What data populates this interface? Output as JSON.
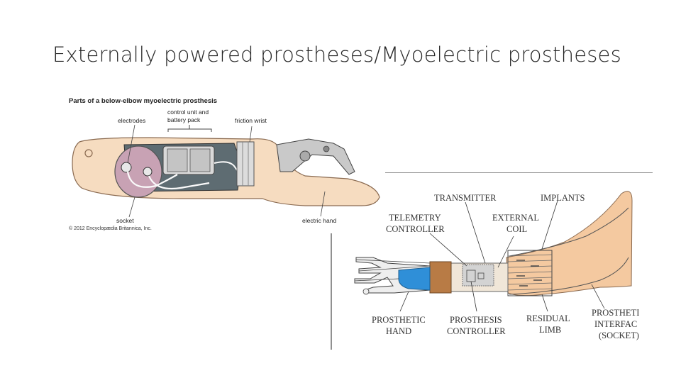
{
  "slide": {
    "title": "Externally powered prostheses/Myoelectric prostheses"
  },
  "figure1": {
    "heading": "Parts of a below-elbow myoelectric prosthesis",
    "labels": {
      "electrodes": "electrodes",
      "control_unit_1": "control unit and",
      "control_unit_2": "battery pack",
      "friction_wrist": "friction wrist",
      "socket": "socket",
      "electric_hand": "electric hand"
    },
    "copyright": "© 2012 Encyclopædia Britannica, Inc."
  },
  "figure2": {
    "labels": {
      "transmitter": "TRANSMITTER",
      "implants": "IMPLANTS",
      "telemetry_1": "TELEMETRY",
      "telemetry_2": "CONTROLLER",
      "external_coil_1": "EXTERNAL",
      "external_coil_2": "COIL",
      "prosthetic_hand_1": "PROSTHETIC",
      "prosthetic_hand_2": "HAND",
      "prosthesis_controller_1": "PROSTHESIS",
      "prosthesis_controller_2": "CONTROLLER",
      "residual_limb_1": "RESIDUAL",
      "residual_limb_2": "LIMB",
      "interface_1": "PROSTHETI",
      "interface_2": "INTERFAC",
      "interface_3": "(SOCKET)"
    }
  },
  "colors": {
    "skin": "#f6dcc0",
    "socket": "#c8a2b4",
    "controller_blue": "#2f8fd8",
    "wrist_brown": "#b87b45"
  }
}
